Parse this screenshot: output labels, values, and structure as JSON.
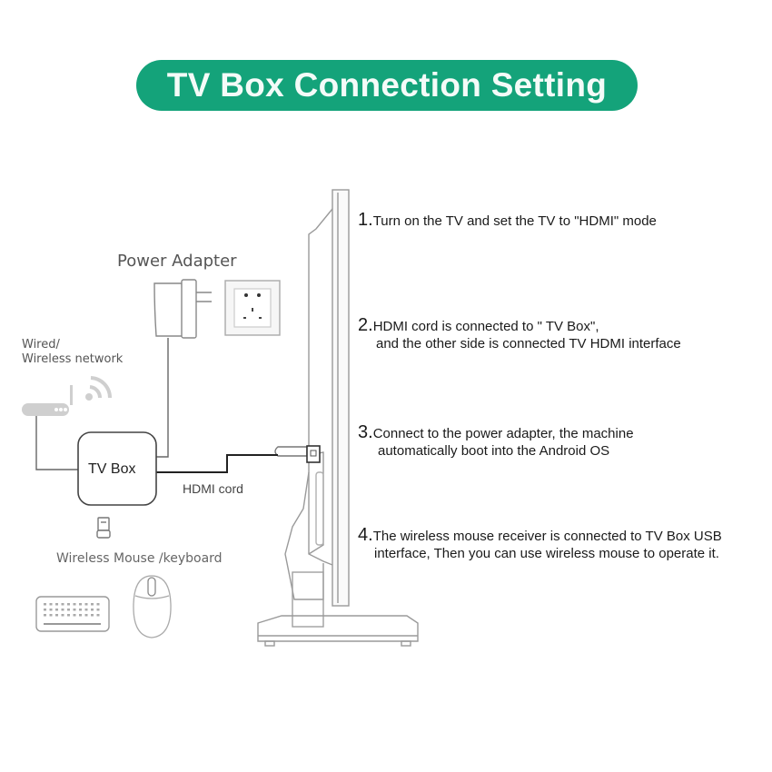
{
  "title": "TV Box Connection Setting",
  "colors": {
    "title_bg": "#14a37a",
    "title_text": "#f4fbf8",
    "line": "#666666",
    "text": "#1a1a1a",
    "label": "#555555"
  },
  "labels": {
    "power_adapter": "Power Adapter",
    "network_line1": "Wired/",
    "network_line2": "Wireless network",
    "tv_box": "TV Box",
    "hdmi_cord": "HDMI cord",
    "mouse_keyboard": "Wireless Mouse /keyboard"
  },
  "icons": [
    "power-adapter-icon",
    "wall-socket-icon",
    "router-icon",
    "wifi-icon",
    "tv-box-icon",
    "usb-receiver-icon",
    "keyboard-icon",
    "mouse-icon",
    "tv-side-view-icon",
    "hdmi-plug-icon"
  ],
  "steps": [
    {
      "num": "1.",
      "line1": "Turn on the TV and set the TV to \"HDMI\" mode",
      "line2": ""
    },
    {
      "num": "2.",
      "line1": "HDMI cord is connected to \" TV Box\",",
      "line2": "and the other side is connected TV HDMI interface"
    },
    {
      "num": "3.",
      "line1": "Connect to the power adapter, the machine",
      "line2": "automatically boot into the Android OS"
    },
    {
      "num": "4.",
      "line1": "The wireless mouse receiver is connected to TV  Box USB",
      "line2": "interface, Then you can use wireless mouse to operate it."
    }
  ]
}
